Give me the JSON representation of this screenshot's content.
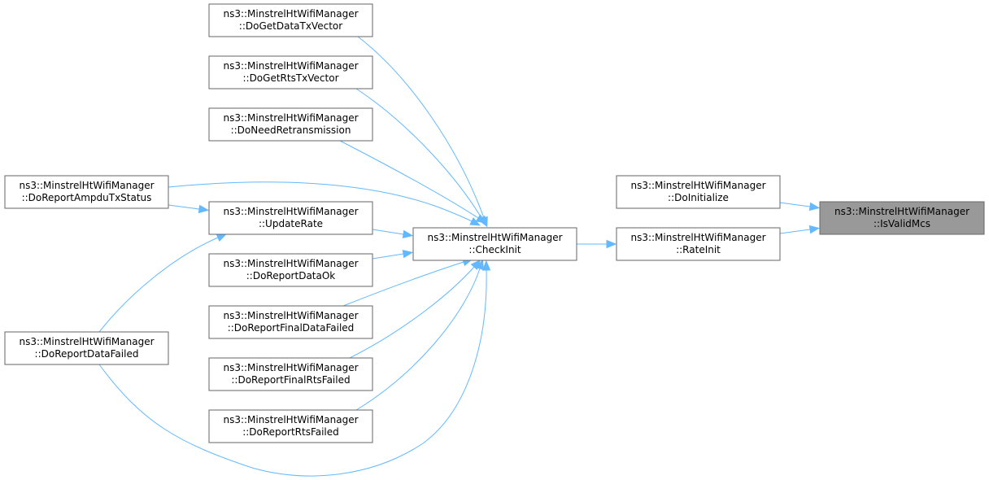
{
  "diagram": {
    "nodes": [
      {
        "id": "isvalidmcs",
        "line1": "ns3::MinstrelHtWifiManager",
        "line2": "::IsValidMcs",
        "highlight": true
      },
      {
        "id": "doinitialize",
        "line1": "ns3::MinstrelHtWifiManager",
        "line2": "::DoInitialize"
      },
      {
        "id": "rateinit",
        "line1": "ns3::MinstrelHtWifiManager",
        "line2": "::RateInit"
      },
      {
        "id": "checkinit",
        "line1": "ns3::MinstrelHtWifiManager",
        "line2": "::CheckInit"
      },
      {
        "id": "dogetdatatxvector",
        "line1": "ns3::MinstrelHtWifiManager",
        "line2": "::DoGetDataTxVector"
      },
      {
        "id": "dogetrtstxvector",
        "line1": "ns3::MinstrelHtWifiManager",
        "line2": "::DoGetRtsTxVector"
      },
      {
        "id": "doneedretransmission",
        "line1": "ns3::MinstrelHtWifiManager",
        "line2": "::DoNeedRetransmission"
      },
      {
        "id": "updaterate",
        "line1": "ns3::MinstrelHtWifiManager",
        "line2": "::UpdateRate"
      },
      {
        "id": "doreportdataok",
        "line1": "ns3::MinstrelHtWifiManager",
        "line2": "::DoReportDataOk"
      },
      {
        "id": "doreportfinaldatafailed",
        "line1": "ns3::MinstrelHtWifiManager",
        "line2": "::DoReportFinalDataFailed"
      },
      {
        "id": "doreportfinalrtsfailed",
        "line1": "ns3::MinstrelHtWifiManager",
        "line2": "::DoReportFinalRtsFailed"
      },
      {
        "id": "doreportrtsfailed",
        "line1": "ns3::MinstrelHtWifiManager",
        "line2": "::DoReportRtsFailed"
      },
      {
        "id": "doreportampdutxstatus",
        "line1": "ns3::MinstrelHtWifiManager",
        "line2": "::DoReportAmpduTxStatus"
      },
      {
        "id": "doreportdatafailed",
        "line1": "ns3::MinstrelHtWifiManager",
        "line2": "::DoReportDataFailed"
      }
    ],
    "edges": [
      {
        "from": "doinitialize",
        "to": "isvalidmcs"
      },
      {
        "from": "rateinit",
        "to": "isvalidmcs"
      },
      {
        "from": "checkinit",
        "to": "rateinit"
      },
      {
        "from": "dogetdatatxvector",
        "to": "checkinit"
      },
      {
        "from": "dogetrtstxvector",
        "to": "checkinit"
      },
      {
        "from": "doneedretransmission",
        "to": "checkinit"
      },
      {
        "from": "doreportampdutxstatus",
        "to": "checkinit"
      },
      {
        "from": "updaterate",
        "to": "checkinit"
      },
      {
        "from": "doreportdataok",
        "to": "checkinit"
      },
      {
        "from": "doreportfinaldatafailed",
        "to": "checkinit"
      },
      {
        "from": "doreportfinalrtsfailed",
        "to": "checkinit"
      },
      {
        "from": "doreportrtsfailed",
        "to": "checkinit"
      },
      {
        "from": "doreportdatafailed",
        "to": "checkinit"
      },
      {
        "from": "doreportampdutxstatus",
        "to": "updaterate"
      },
      {
        "from": "doreportdatafailed",
        "to": "updaterate"
      }
    ],
    "colors": {
      "edge": "#63b8ff",
      "node_border": "#666666",
      "node_fill": "#ffffff",
      "highlight_fill": "#999999"
    }
  }
}
